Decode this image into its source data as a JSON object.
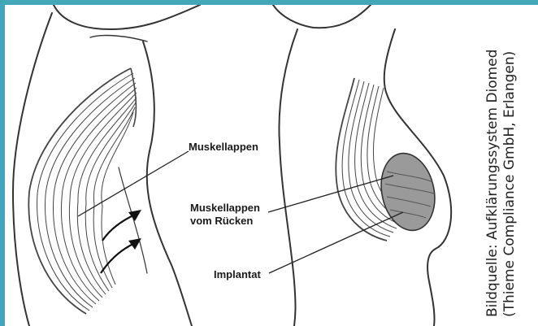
{
  "labels": {
    "muskellappen": "Muskellappen",
    "muskellappen_ruecken_line1": "Muskellappen",
    "muskellappen_ruecken_line2": "vom Rücken",
    "implantat": "Implantat"
  },
  "credit": {
    "line1": "Bildquelle: Aufklärungssystem Diomed",
    "line2": "(Thieme Compliance GmbH, Erlangen)"
  },
  "colors": {
    "frame": "#43a7b8",
    "ink": "#333333",
    "implant": "#8a8a8a"
  }
}
